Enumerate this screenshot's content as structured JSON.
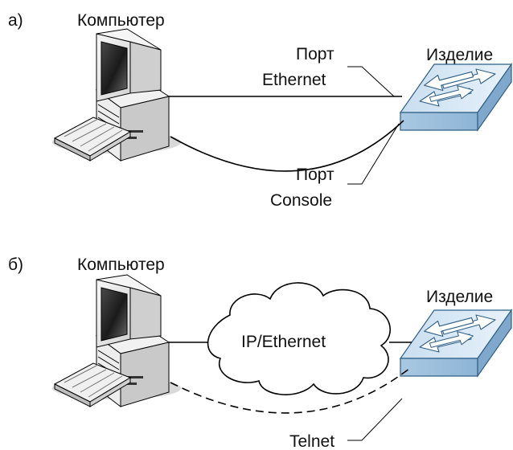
{
  "panel_a": {
    "letter": "а)",
    "computer_label": "Компьютер",
    "device_label": "Изделие",
    "ethernet_port": {
      "line1": "Порт",
      "line2": "Ethernet"
    },
    "console_port": {
      "line1": "Порт",
      "line2": "Console"
    }
  },
  "panel_b": {
    "letter": "б)",
    "computer_label": "Компьютер",
    "device_label": "Изделие",
    "cloud_label": "IP/Ethernet",
    "telnet_label": "Telnet"
  },
  "colors": {
    "line": "#000000",
    "switch_top": "#dceaf4",
    "switch_side": "#9fc0dc",
    "computer_body": "#ececec",
    "cloud_fill": "#ffffff"
  },
  "icons": [
    "computer-icon",
    "keyboard-icon",
    "switch-icon",
    "cloud-icon"
  ]
}
